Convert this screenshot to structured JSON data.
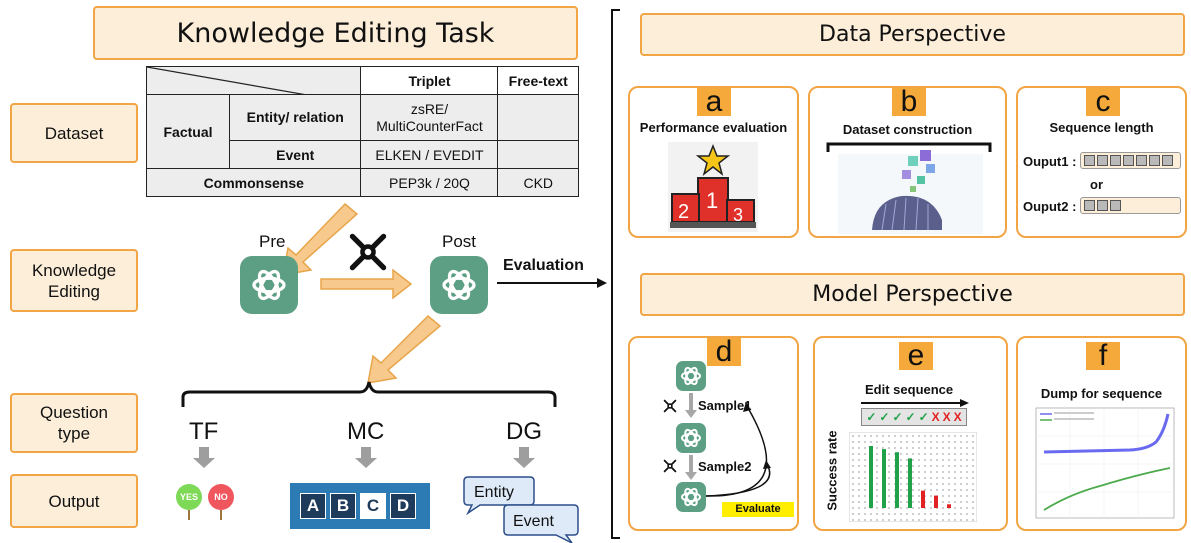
{
  "title": "Knowledge Editing Task",
  "side_labels": {
    "dataset": "Dataset",
    "knowledge_editing": "Knowledge Editing",
    "question_type": "Question type",
    "output": "Output"
  },
  "table": {
    "col_triplet": "Triplet",
    "col_freetext": "Free-text",
    "factual": "Factual",
    "entity_relation": "Entity/ relation",
    "entity_triplet": "zsRE/ MultiCounterFact",
    "event": "Event",
    "event_triplet": "ELKEN / EVEDIT",
    "commonsense": "Commonsense",
    "commonsense_triplet": "PEP3k / 20Q",
    "commonsense_freetext": "CKD"
  },
  "editing": {
    "pre": "Pre",
    "post": "Post",
    "evaluation": "Evaluation"
  },
  "question_types": {
    "tf": "TF",
    "mc": "MC",
    "dg": "DG"
  },
  "outputs": {
    "yes": "YES",
    "no": "NO",
    "mc_letters": [
      "A",
      "B",
      "C",
      "D"
    ],
    "entity": "Entity",
    "event": "Event"
  },
  "data_perspective": {
    "header": "Data Perspective",
    "a": {
      "letter": "a",
      "title": "Performance evaluation",
      "podium": [
        "2",
        "1",
        "3"
      ]
    },
    "b": {
      "letter": "b",
      "title": "Dataset construction"
    },
    "c": {
      "letter": "c",
      "title": "Sequence length",
      "output1": "Ouput1 :",
      "or": "or",
      "output2": "Ouput2 :",
      "output1_len": 7,
      "output2_len": 3
    }
  },
  "model_perspective": {
    "header": "Model Perspective",
    "d": {
      "letter": "d",
      "sample1": "Sample1",
      "sample2": "Sample2",
      "evaluate": "Evaluate"
    },
    "e": {
      "letter": "e",
      "title": "Edit sequence",
      "marks": [
        "✓",
        "✓",
        "✓",
        "✓",
        "✓",
        "X",
        "X",
        "X"
      ],
      "ylabel": "Success rate",
      "bar_values": [
        1.0,
        0.95,
        0.9,
        0.8,
        0.28,
        0.2,
        0.06
      ],
      "bar_colors": [
        "#1fa24a",
        "#1fa24a",
        "#1fa24a",
        "#1fa24a",
        "#e22222",
        "#e22222",
        "#e22222"
      ]
    },
    "f": {
      "letter": "f",
      "title": "Dump for sequence"
    }
  },
  "colors": {
    "accent_border": "#f1a544",
    "box_fill": "#fdeed9",
    "letter_fill": "#f4a93a",
    "gpt_green": "#5c9f84",
    "evaluate_yellow": "#ffee00"
  }
}
